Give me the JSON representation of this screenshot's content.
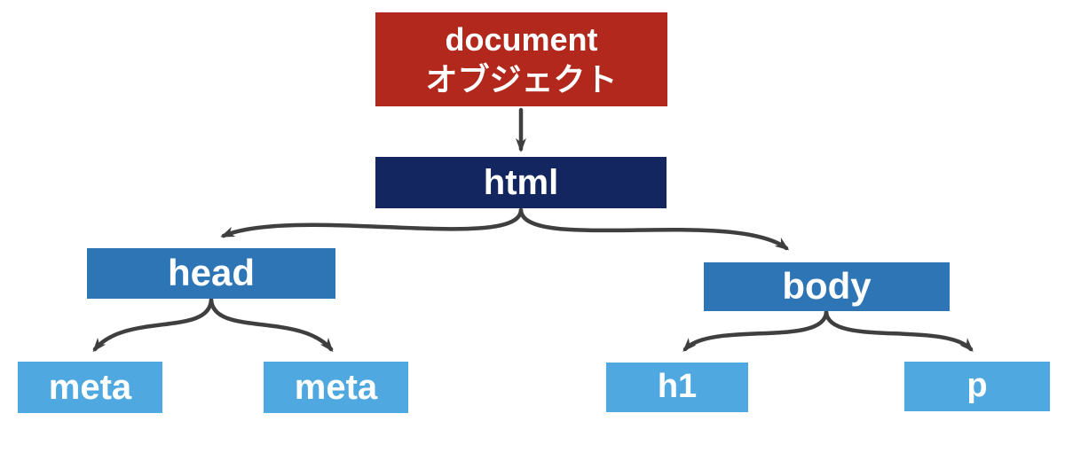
{
  "diagram": {
    "description_type": "dom-tree",
    "colors": {
      "document_box": "#B2281C",
      "html_box": "#13265F",
      "branch_box": "#2E75B6",
      "leaf_box": "#4FA9E0",
      "arrow": "#3F3F3F",
      "text": "#FFFFFF",
      "background": "#FFFFFF"
    },
    "nodes": {
      "document": {
        "line1": "document",
        "line2": "オブジェクト"
      },
      "html": {
        "label": "html"
      },
      "head": {
        "label": "head"
      },
      "body": {
        "label": "body"
      },
      "meta1": {
        "label": "meta"
      },
      "meta2": {
        "label": "meta"
      },
      "h1": {
        "label": "h1"
      },
      "p": {
        "label": "p"
      }
    },
    "edges": [
      {
        "from": "document",
        "to": "html"
      },
      {
        "from": "html",
        "to": "head"
      },
      {
        "from": "html",
        "to": "body"
      },
      {
        "from": "head",
        "to": "meta1"
      },
      {
        "from": "head",
        "to": "meta2"
      },
      {
        "from": "body",
        "to": "h1"
      },
      {
        "from": "body",
        "to": "p"
      }
    ]
  }
}
